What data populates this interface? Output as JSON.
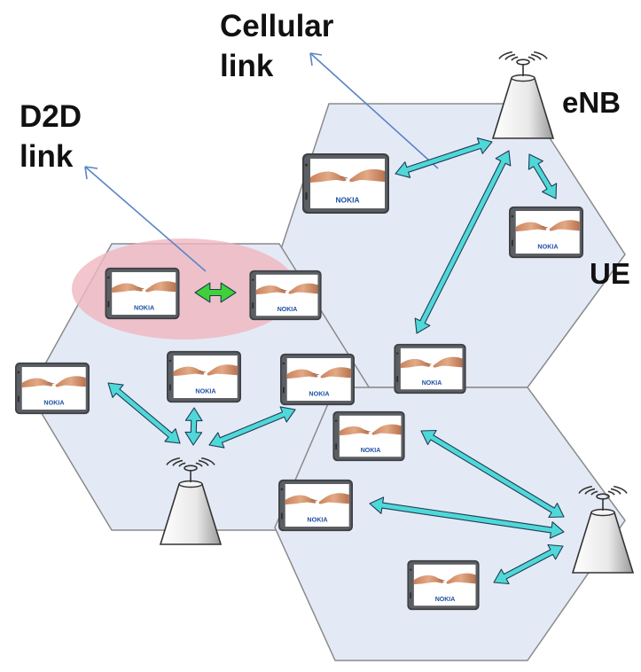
{
  "labels": {
    "cellular": [
      "Cellular",
      "link"
    ],
    "d2d": [
      "D2D",
      "link"
    ],
    "enb": "eNB",
    "ue": "UE"
  },
  "device_brand": "NOKIA",
  "colors": {
    "cell_fill": "#e4eaf5",
    "cell_stroke": "#8a8a8a",
    "link_arrow": "#4fd8d8",
    "d2d_arrow": "#3ed13a",
    "annotation_line": "#5a84c8",
    "d2d_zone": "#f0b7bf"
  },
  "icons": {
    "base_station": "base-station-icon",
    "device": "tablet-device-icon"
  }
}
